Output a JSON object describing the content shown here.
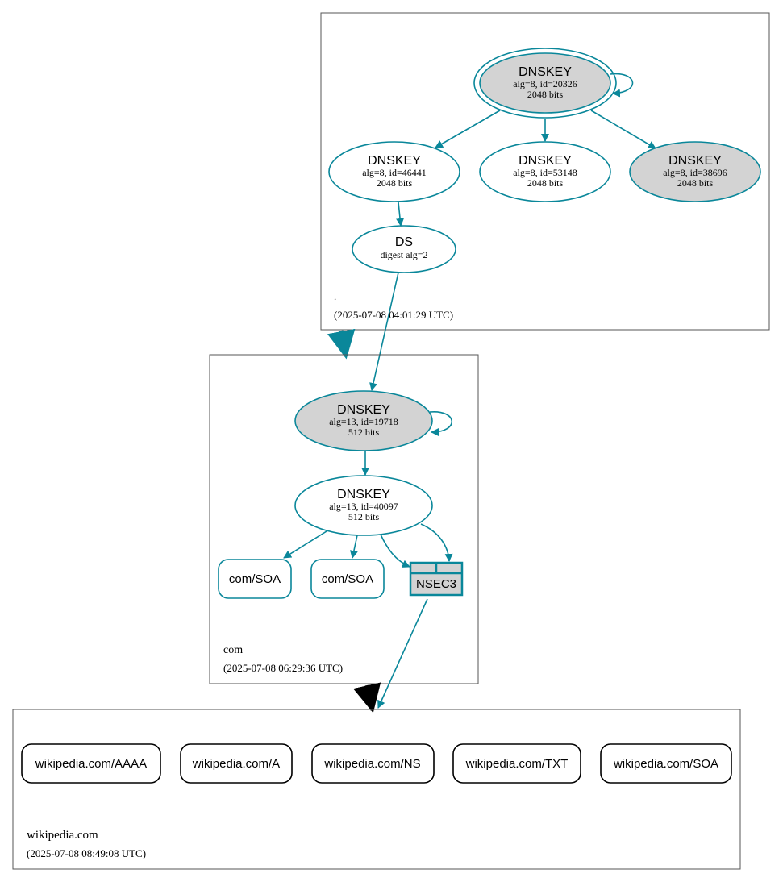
{
  "colors": {
    "edge": "#0a879a",
    "key_fill_gray": "#d3d3d3",
    "border": "#000000",
    "zone_border": "#555555"
  },
  "zones": {
    "root": {
      "name": ".",
      "timestamp": "(2025-07-08 04:01:29 UTC)",
      "ksk": {
        "title": "DNSKEY",
        "detail": "alg=8, id=20326",
        "size": "2048 bits"
      },
      "zsk1": {
        "title": "DNSKEY",
        "detail": "alg=8, id=46441",
        "size": "2048 bits"
      },
      "zsk2": {
        "title": "DNSKEY",
        "detail": "alg=8, id=53148",
        "size": "2048 bits"
      },
      "zsk3": {
        "title": "DNSKEY",
        "detail": "alg=8, id=38696",
        "size": "2048 bits"
      },
      "ds": {
        "title": "DS",
        "detail": "digest alg=2"
      }
    },
    "com": {
      "name": "com",
      "timestamp": "(2025-07-08 06:29:36 UTC)",
      "ksk": {
        "title": "DNSKEY",
        "detail": "alg=13, id=19718",
        "size": "512 bits"
      },
      "zsk": {
        "title": "DNSKEY",
        "detail": "alg=13, id=40097",
        "size": "512 bits"
      },
      "rrsets": [
        "com/SOA",
        "com/SOA"
      ],
      "nsec3": "NSEC3"
    },
    "wikipedia": {
      "name": "wikipedia.com",
      "timestamp": "(2025-07-08 08:49:08 UTC)",
      "rrsets": [
        "wikipedia.com/AAAA",
        "wikipedia.com/A",
        "wikipedia.com/NS",
        "wikipedia.com/TXT",
        "wikipedia.com/SOA"
      ]
    }
  }
}
